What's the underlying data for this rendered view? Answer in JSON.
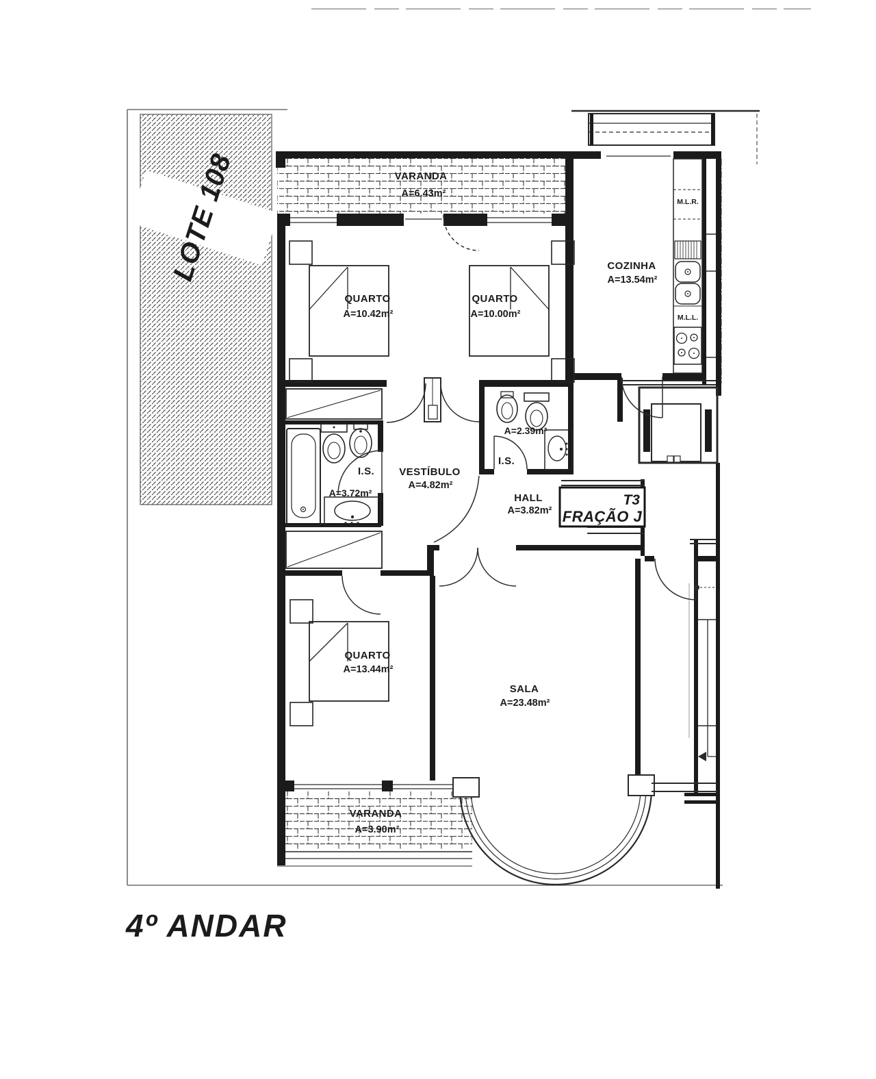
{
  "meta": {
    "floor_title": "4º ANDAR",
    "lot_label": "LOTE 108",
    "fraction": {
      "type": "T3",
      "name": "FRAÇÃO J"
    }
  },
  "rooms": {
    "varanda_top": {
      "name": "VARANDA",
      "area": "A=6.43m²"
    },
    "quarto_1": {
      "name": "QUARTO",
      "area": "A=10.42m²"
    },
    "quarto_2": {
      "name": "QUARTO",
      "area": "A=10.00m²"
    },
    "cozinha": {
      "name": "COZINHA",
      "area": "A=13.54m²"
    },
    "is_1": {
      "name": "I.S.",
      "area": "A=3.72m²"
    },
    "vestibulo": {
      "name": "VESTÍBULO",
      "area": "A=4.82m²"
    },
    "is_2": {
      "name": "I.S.",
      "area": "A=2.39m²"
    },
    "hall": {
      "name": "HALL",
      "area": "A=3.82m²"
    },
    "quarto_3": {
      "name": "QUARTO",
      "area": "A=13.44m²"
    },
    "sala": {
      "name": "SALA",
      "area": "A=23.48m²"
    },
    "varanda_bottom": {
      "name": "VARANDA",
      "area": "A=3.90m²"
    }
  },
  "appliances": {
    "washing_machine": "M.L.R.",
    "dishwasher": "M.L.L."
  },
  "colors": {
    "ink": "#1b1b1b",
    "paper": "#ffffff",
    "boundary": "#6e6e6e"
  }
}
